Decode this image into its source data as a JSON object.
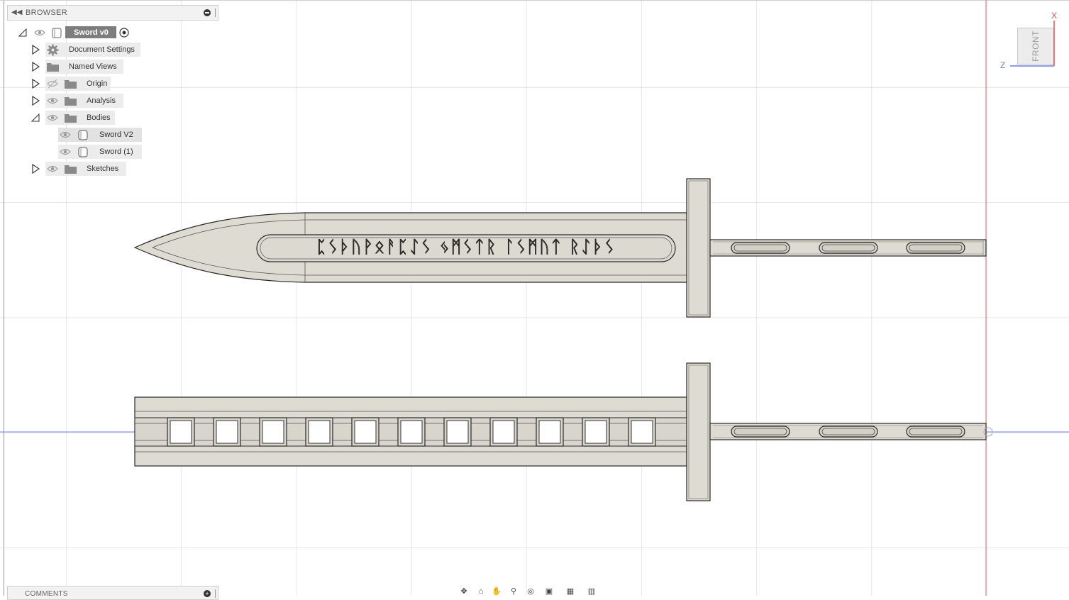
{
  "browser": {
    "title": "BROWSER",
    "root": {
      "label": "Sword v0"
    },
    "items": [
      {
        "label": "Document Settings",
        "icon": "gear-icon",
        "expanded": false
      },
      {
        "label": "Named Views",
        "icon": "folder-icon",
        "expanded": false
      },
      {
        "label": "Origin",
        "icon": "folder-icon",
        "visible": false,
        "expanded": false
      },
      {
        "label": "Analysis",
        "icon": "folder-icon",
        "expanded": false
      },
      {
        "label": "Bodies",
        "icon": "folder-icon",
        "expanded": true,
        "children": [
          {
            "label": "Sword V2",
            "icon": "body-icon"
          },
          {
            "label": "Sword (1)",
            "icon": "body-icon"
          }
        ]
      },
      {
        "label": "Sketches",
        "icon": "folder-icon",
        "expanded": false
      }
    ]
  },
  "viewcube": {
    "face": "FRONT",
    "axis_x": "X",
    "axis_z": "Z"
  },
  "comments": {
    "title": "COMMENTS"
  },
  "blade_inscription": "ᛈᛊᚦᚢᚹᛟᚨᛈᛇᛊ ᛃᛗᛊᛏᚱ ᛚᛊᛗᚢᛏ ᚱᛇᚦᛊ",
  "colors": {
    "model_fill": "#dedbd2",
    "model_fill_light": "#e8e6df",
    "model_stroke": "#2a2a2a",
    "axis_red": "#e04040",
    "axis_blue": "#4a5fe0",
    "grid": "#d8d8d8"
  }
}
